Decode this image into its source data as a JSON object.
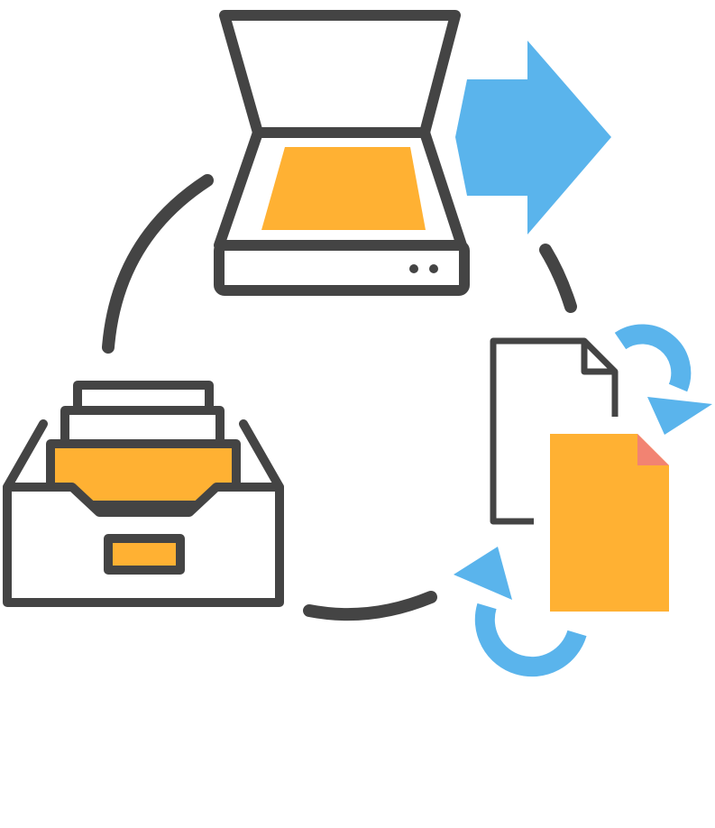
{
  "diagram": {
    "nodes": [
      {
        "id": "scanner",
        "icon": "flatbed-scanner-icon"
      },
      {
        "id": "document-conversion",
        "icon": "document-conversion-icon"
      },
      {
        "id": "file-archive",
        "icon": "file-archive-drawer-icon"
      }
    ],
    "flow": [
      {
        "from": "scanner",
        "to": "document-conversion",
        "style": "dashed-arc"
      },
      {
        "from": "document-conversion",
        "to": "file-archive",
        "style": "dashed-arc"
      },
      {
        "from": "file-archive",
        "to": "scanner",
        "style": "dashed-arc"
      }
    ],
    "extras": [
      {
        "id": "output-arrow",
        "icon": "right-arrow-icon",
        "attached_to": "scanner"
      },
      {
        "id": "refresh-arrows",
        "icon": "circular-arrows-icon",
        "attached_to": "document-conversion"
      }
    ],
    "colors": {
      "outline": "#444444",
      "accent_orange": "#FFB133",
      "accent_blue": "#5AB4EC",
      "corner_red": "#F28372",
      "background": "#FFFFFF"
    }
  }
}
